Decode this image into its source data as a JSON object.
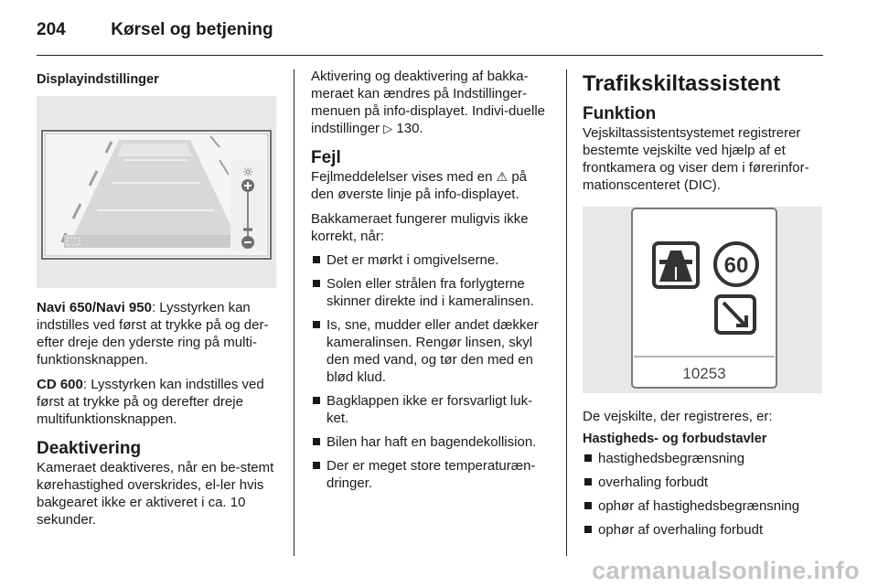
{
  "header": {
    "page_number": "204",
    "title": "Kørsel og betjening"
  },
  "col1": {
    "heading": "Displayindstillinger",
    "p1_bold": "Navi 650/Navi 950",
    "p1_text": ": Lysstyrken kan indstilles ved først at trykke på og der-efter dreje den yderste ring på multi-funktionsknappen.",
    "p2_bold": "CD 600",
    "p2_text": ": Lysstyrken kan indstilles ved først at trykke på og derefter dreje multifunktionsknappen.",
    "h_deact": "Deaktivering",
    "p3": "Kameraet deaktiveres, når en be-stemt kørehastighed overskrides, el-ler hvis bakgearet ikke er aktiveret i ca. 10 sekunder."
  },
  "col2": {
    "p1": "Aktivering og deaktivering af bakka-meraet kan ændres på Indstillinger-menuen på info-displayet. Indivi-duelle indstillinger",
    "p1_ref": "130.",
    "h_fejl": "Fejl",
    "p2a": "Fejlmeddelelser vises med en",
    "p2b": "på den øverste linje på info-displayet.",
    "p3": "Bakkameraet fungerer muligvis ikke korrekt, når:",
    "bullets": [
      "Det er mørkt i omgivelserne.",
      "Solen eller strålen fra forlygterne skinner direkte ind i kameralinsen.",
      "Is, sne, mudder eller andet dækker kameralinsen. Rengør linsen, skyl den med vand, og tør den med en blød klud.",
      "Bagklappen ikke er forsvarligt luk-ket.",
      "Bilen har haft en bagendekollision.",
      "Der er meget store temperaturæn-dringer."
    ]
  },
  "col3": {
    "h1": "Trafikskiltassistent",
    "sub": "Funktion",
    "p1": "Vejskiltassistentsystemet registrerer bestemte vejskilte ved hjælp af et frontkamera og viser dem i førerinfor-mationscenteret (DIC).",
    "fig_speed": "60",
    "fig_code": "10253",
    "p2": "De vejskilte, der registreres, er:",
    "list_title": "Hastigheds- og forbudstavler",
    "bullets": [
      "hastighedsbegrænsning",
      "overhaling forbudt",
      "ophør af hastighedsbegrænsning",
      "ophør af overhaling forbudt"
    ]
  },
  "watermark": "carmanualsonline.info"
}
